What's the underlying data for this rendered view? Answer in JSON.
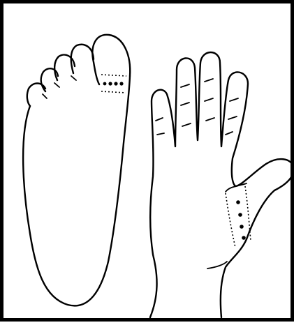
{
  "diagram": {
    "figures": [
      "foot-sole",
      "hand-palm"
    ],
    "foot_marked_points": 4,
    "hand_marked_points": 4,
    "colors": {
      "ink": "#000000",
      "paper": "#ffffff"
    }
  }
}
